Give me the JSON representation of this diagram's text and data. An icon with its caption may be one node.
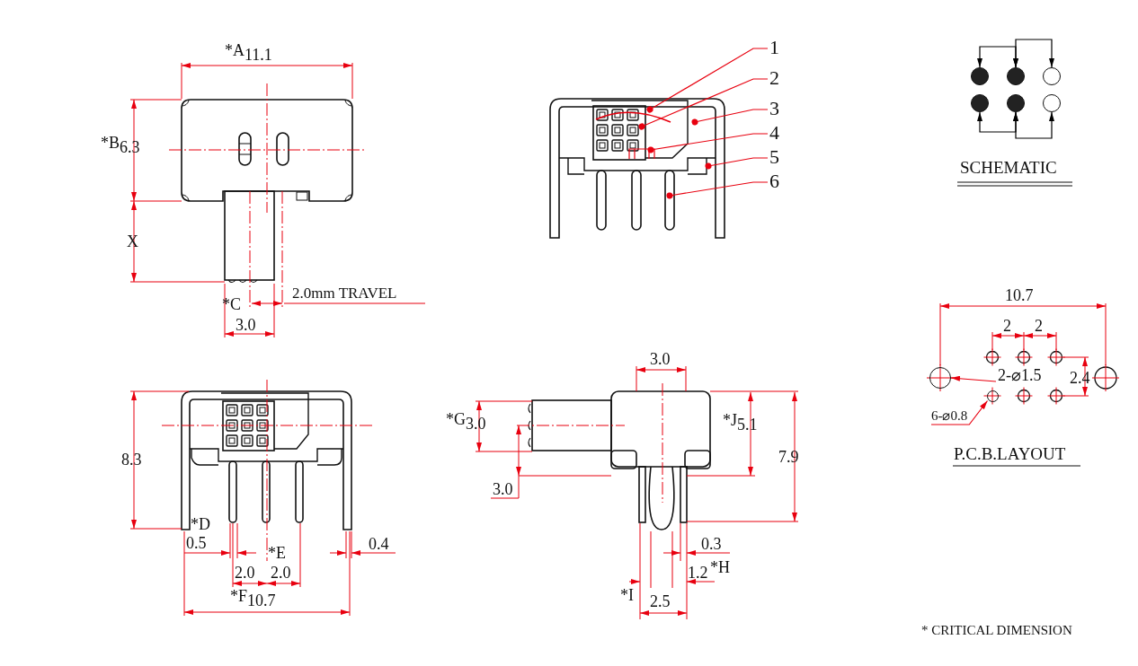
{
  "diagram": {
    "nodes": [
      {
        "text": [
          "1"
        ]
      },
      {
        "text": [
          "2"
        ]
      },
      {
        "text": [
          "3"
        ]
      },
      {
        "text": [
          "4"
        ]
      },
      {
        "text": [
          "5"
        ]
      },
      {
        "text": [
          "6"
        ]
      },
      {
        "text": [
          "2-⌀1.5"
        ]
      },
      {
        "text": [
          "6-⌀0.8"
        ]
      },
      {
        "text": [],
        "shape": "circle"
      },
      {
        "text": [],
        "shape": "circle"
      },
      {
        "text": [],
        "shape": "circle"
      },
      {
        "text": [],
        "shape": "circle"
      },
      {
        "text": [],
        "shape": "circle"
      },
      {
        "text": [],
        "shape": "circle"
      },
      {
        "text": [],
        "shape": "circle"
      },
      {
        "text": [],
        "shape": "circle"
      }
    ],
    "edges": [
      {
        "from": 0,
        "to": null,
        "arrow": "other"
      },
      {
        "from": 1,
        "to": null,
        "arrow": "other"
      },
      {
        "from": 2,
        "to": null,
        "arrow": "other"
      },
      {
        "from": 3,
        "to": null,
        "arrow": "other"
      },
      {
        "from": 4,
        "to": null,
        "arrow": "other"
      },
      {
        "from": 5,
        "to": null,
        "arrow": "other"
      },
      {
        "from": 6,
        "to": 14,
        "arrow": "to"
      },
      {
        "from": 7,
        "to": 15,
        "arrow": "to"
      },
      {
        "from": 8,
        "to": 9,
        "arrow": "both",
        "color": "#000000"
      },
      {
        "from": 9,
        "to": 10,
        "arrow": "both",
        "color": "#000000"
      },
      {
        "from": 11,
        "to": 12,
        "arrow": "both",
        "color": "#000000"
      },
      {
        "from": 12,
        "to": 13,
        "arrow": "both",
        "color": "#000000"
      }
    ],
    "labels": [
      "*A$_{11.1}$",
      "*B$_{6.3}$",
      "X",
      "2.0mm TRAVEL",
      "*C",
      "3.0",
      "SCHEMATIC",
      "10.7",
      "2",
      "2",
      "2.4",
      "P.C.B.LAYOUT",
      "3.0",
      "*G$_{3.0}$",
      "*J$_{5.1}$",
      "8.3",
      "7.9",
      "3.0",
      "*D",
      "0.5",
      "0.4",
      "*E",
      "0.3",
      "2.0",
      "2.0",
      "1.2",
      "*H",
      "*F$_{10.7}$",
      "*I",
      "2.5",
      "* CRITICAL DIMENSION"
    ]
  }
}
